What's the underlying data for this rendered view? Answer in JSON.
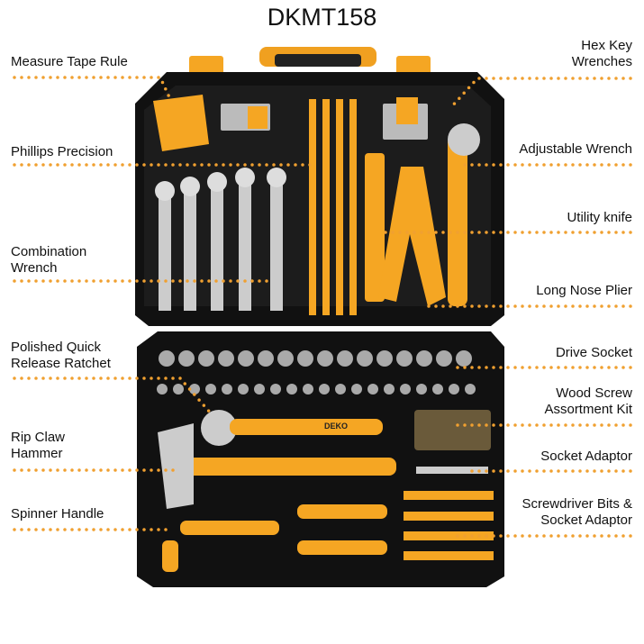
{
  "title": "DKMT158",
  "accent_color": "#f0a030",
  "brand_on_tools": "DEKO",
  "labels_left": [
    {
      "text": "Measure Tape Rule"
    },
    {
      "text": "Phillips Precision"
    },
    {
      "line1": "Combination",
      "line2": "Wrench"
    },
    {
      "line1": "Polished Quick",
      "line2": "Release Ratchet"
    },
    {
      "line1": "Rip Claw",
      "line2": "Hammer"
    },
    {
      "text": "Spinner Handle"
    }
  ],
  "labels_right": [
    {
      "line1": "Hex Key",
      "line2": "Wrenches"
    },
    {
      "text": "Adjustable Wrench"
    },
    {
      "text": "Utility knife"
    },
    {
      "text": "Long Nose Plier"
    },
    {
      "text": "Drive Socket"
    },
    {
      "line1": "Wood Screw",
      "line2": "Assortment Kit"
    },
    {
      "text": "Socket Adaptor"
    },
    {
      "line1": "Screwdriver Bits &",
      "line2": "Socket Adaptor"
    }
  ]
}
